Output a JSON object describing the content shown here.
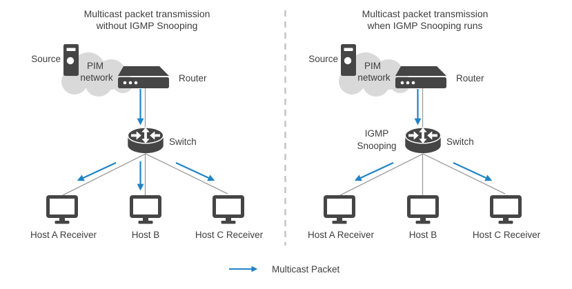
{
  "colors": {
    "accent_blue": "#2083c6",
    "device_gray": "#454545",
    "cloud_gray": "#d9d9d9",
    "connector_gray": "#9b9b9b",
    "text": "#3d3d3d",
    "divider_gray": "#c7c7c7",
    "background": "#ffffff"
  },
  "icons": [
    "server-tower-icon",
    "pim-cloud-icon",
    "router-icon",
    "switch-icon",
    "host-monitor-icon",
    "multicast-arrow-icon"
  ],
  "legend": {
    "label": "Multicast Packet"
  },
  "panels": [
    {
      "title_line1": "Multicast packet transmission",
      "title_line2": "without IGMP Snooping",
      "source_label": "Source",
      "cloud_label_line1": "PIM",
      "cloud_label_line2": "network",
      "router_label": "Router",
      "switch_label": "Switch",
      "hosts": [
        {
          "label": "Host A Receiver",
          "receives_multicast": true
        },
        {
          "label": "Host B",
          "receives_multicast": true
        },
        {
          "label": "Host C Receiver",
          "receives_multicast": true
        }
      ]
    },
    {
      "title_line1": "Multicast packet transmission",
      "title_line2": "when IGMP Snooping runs",
      "source_label": "Source",
      "cloud_label_line1": "PIM",
      "cloud_label_line2": "network",
      "router_label": "Router",
      "switch_label": "Switch",
      "snooping_label_line1": "IGMP",
      "snooping_label_line2": "Snooping",
      "hosts": [
        {
          "label": "Host A Receiver",
          "receives_multicast": true
        },
        {
          "label": "Host B",
          "receives_multicast": false
        },
        {
          "label": "Host C Receiver",
          "receives_multicast": true
        }
      ]
    }
  ]
}
